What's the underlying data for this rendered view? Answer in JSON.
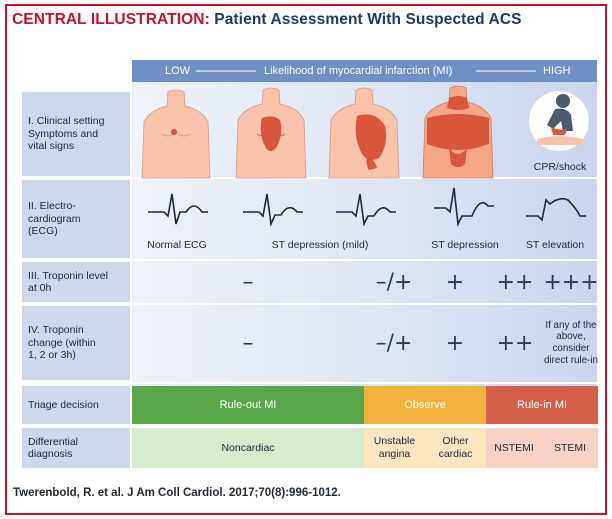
{
  "title": {
    "prefix": "CENTRAL ILLUSTRATION:",
    "main": "Patient Assessment With Suspected ACS"
  },
  "header": {
    "low": "LOW",
    "middle": "Likelihood of myocardial infarction (MI)",
    "high": "HIGH"
  },
  "rows": {
    "clinical": {
      "title": "I. Clinical setting",
      "sub": "Symptoms and vital signs",
      "cpr": "CPR/shock"
    },
    "ecg": {
      "title": "II. Electro-cardiogram (ECG)",
      "labels": [
        "Normal ECG",
        "ST depression (mild)",
        "ST depression",
        "ST elevation"
      ]
    },
    "troponin0": {
      "title": "III. Troponin level at 0h",
      "values": [
        "–",
        "–/+",
        "+",
        "++",
        "+++"
      ]
    },
    "troponinChange": {
      "title": "IV. Troponin change (within 1, 2 or 3h)",
      "values": [
        "–",
        "–/+",
        "+",
        "++"
      ],
      "note": "If any of the above, consider direct rule-in"
    },
    "triage": {
      "title": "Triage decision",
      "values": [
        "Rule-out MI",
        "Observe",
        "Rule-in MI"
      ]
    },
    "differential": {
      "title": "Differential diagnosis",
      "values": [
        "Noncardiac",
        "Unstable angina",
        "Other cardiac",
        "NSTEMI",
        "STEMI"
      ]
    }
  },
  "citation": "Twerenbold, R. et al. J Am Coll Cardiol. 2017;70(8):996-1012.",
  "colors": {
    "accent_red": "#c8102e",
    "navy": "#1e3a5f",
    "header_blue": "#6f8fc7",
    "label_blue": "#cdd8ea",
    "ruleout_green": "#5aa84a",
    "observe_yellow": "#f3b23e",
    "rulein_red": "#d5604a",
    "skin": "#f8c3a8",
    "lesion": "#d8563a"
  }
}
